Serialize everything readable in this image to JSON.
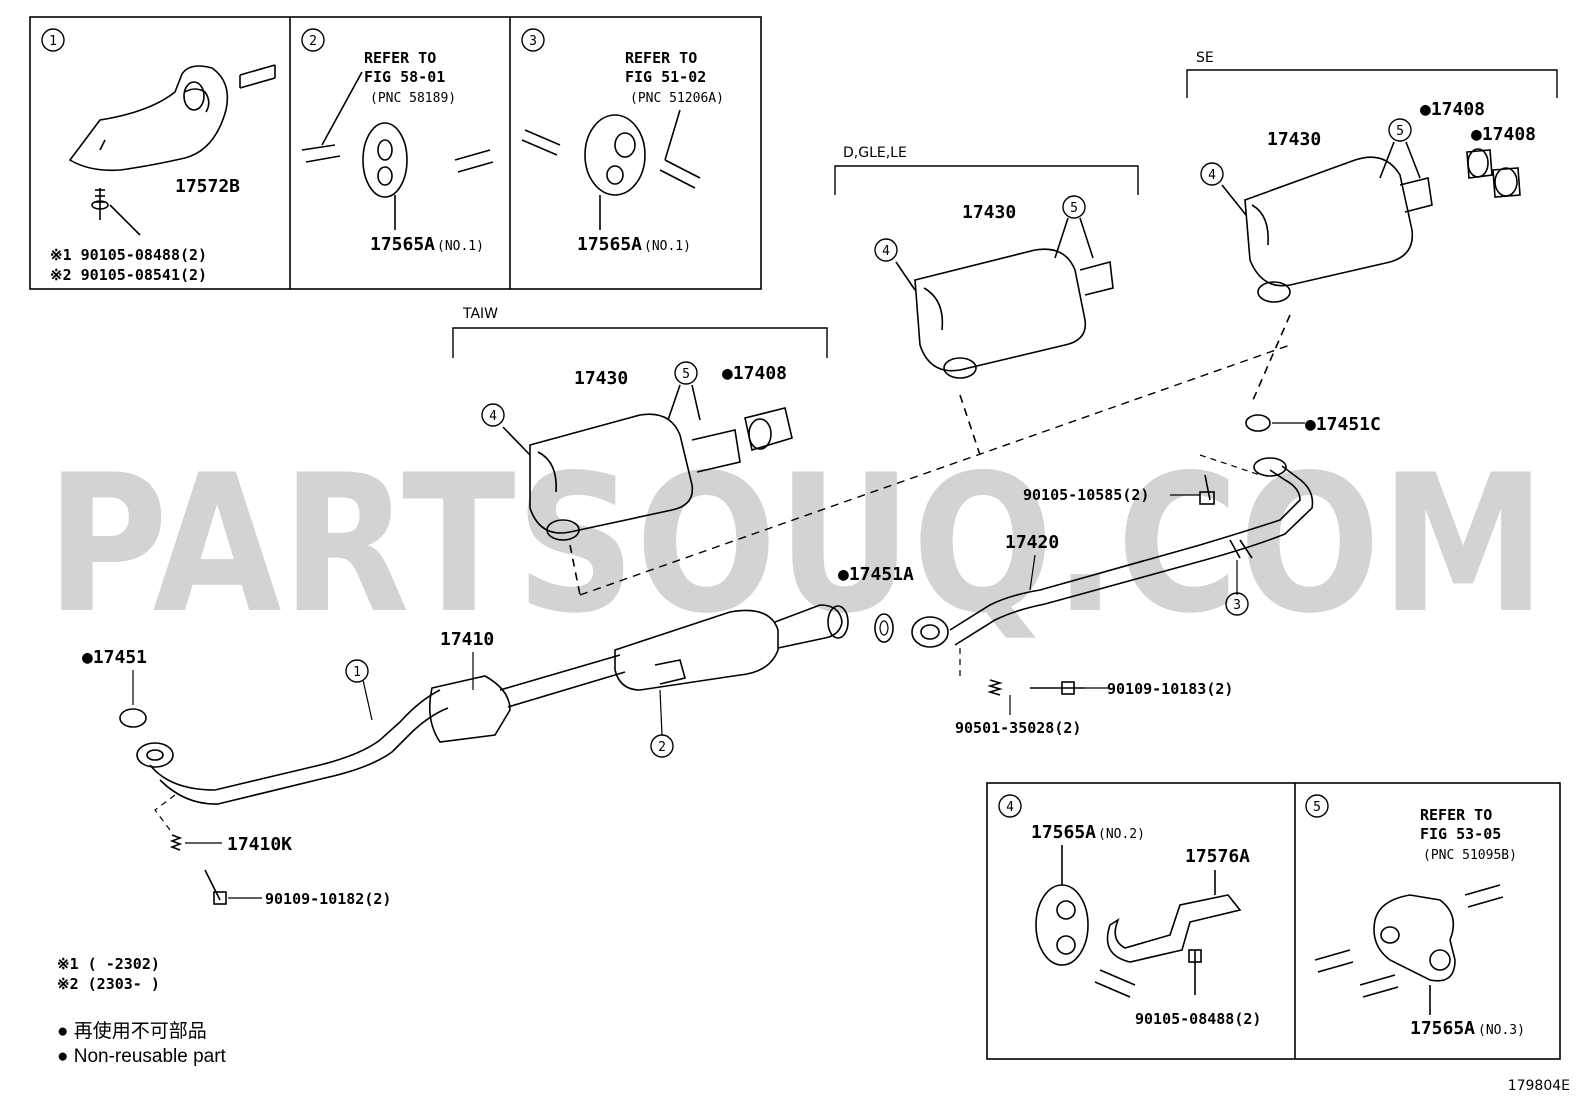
{
  "watermark": "PARTSOUQ.COM",
  "figure_number": "179804E",
  "insets": [
    {
      "circle": "1",
      "part": "17572B",
      "bolt_lines": [
        "※1 90105-08488(2)",
        "※2 90105-08541(2)"
      ]
    },
    {
      "circle": "2",
      "refer_lines": [
        "REFER TO",
        "FIG 58-01",
        "(PNC 58189)"
      ],
      "part": "17565A",
      "note": "(NO.1)"
    },
    {
      "circle": "3",
      "refer_lines": [
        "REFER TO",
        "FIG 51-02",
        "(PNC 51206A)"
      ],
      "part": "17565A",
      "note": "(NO.1)"
    },
    {
      "circle": "4",
      "part_a": "17565A",
      "note_a": "(NO.2)",
      "part_b": "17576A",
      "bolt": "90105-08488(2)"
    },
    {
      "circle": "5",
      "refer_lines": [
        "REFER TO",
        "FIG 53-05",
        "(PNC 51095B)"
      ],
      "part": "17565A",
      "note": "(NO.3)"
    }
  ],
  "variants": [
    {
      "label": "TAIW",
      "muffler": "17430",
      "circle_a": "4",
      "circle_b": "5",
      "extra": "●17408"
    },
    {
      "label": "D,GLE,LE",
      "muffler": "17430",
      "circle_a": "4",
      "circle_b": "5"
    },
    {
      "label": "SE",
      "muffler": "17430",
      "circle_a": "4",
      "circle_b": "5",
      "extra_1": "●17408",
      "extra_2": "●17408"
    }
  ],
  "main_labels": {
    "gasket_17451C": "●17451C",
    "bolt_10585": "90105-10585(2)",
    "pipe_17420": "17420",
    "circle_3": "3",
    "gasket_17451A": "●17451A",
    "pipe_17410": "17410",
    "circle_1": "1",
    "circle_2": "2",
    "gasket_17451": "●17451",
    "bolt_10183": "90109-10183(2)",
    "spring_35028": "90501-35028(2)",
    "spring_17410K": "17410K",
    "bolt_10182": "90109-10182(2)"
  },
  "notes": {
    "note_1": "※1 (     -2302)",
    "note_2": "※2 (2303-     )",
    "legend_jp": "● 再使用不可部品",
    "legend_en": "● Non-reusable part"
  }
}
